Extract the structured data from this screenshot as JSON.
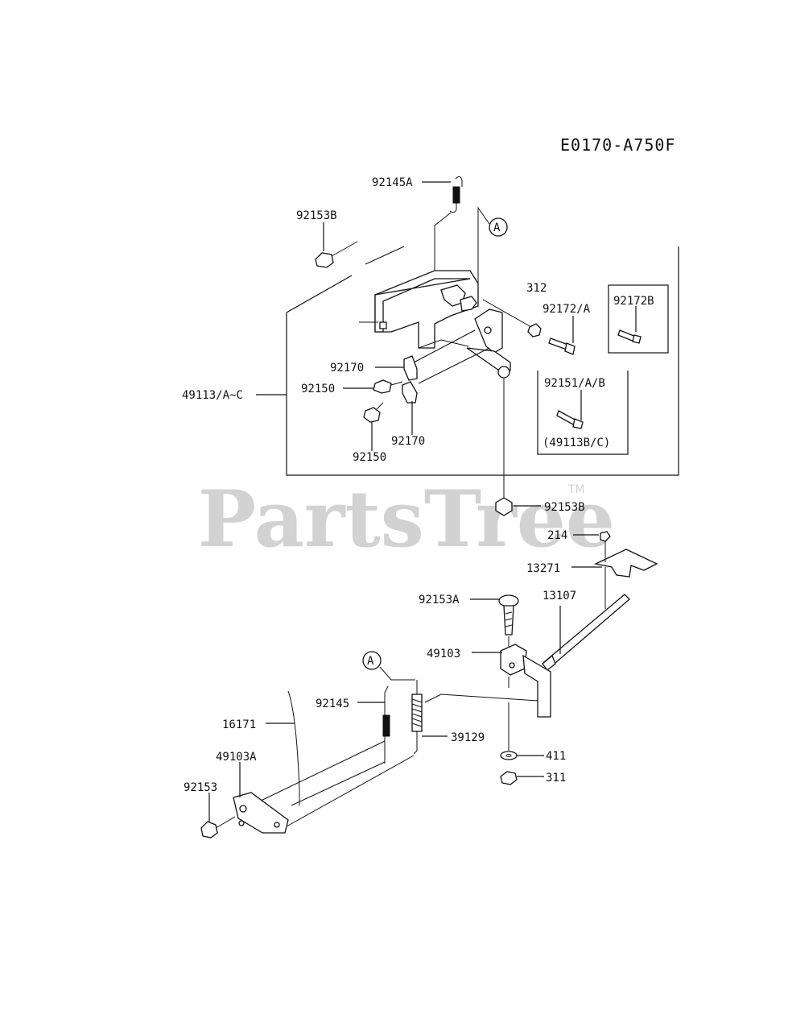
{
  "diagram_code": "E0170-A750F",
  "watermark": {
    "text": "PartsTree",
    "trademark": "TM"
  },
  "callouts": [
    "A",
    "A"
  ],
  "labels": {
    "p92145A": "92145A",
    "p92153B_top": "92153B",
    "p312": "312",
    "p92172A": "92172/A",
    "p92172B": "92172B",
    "p92170_a": "92170",
    "p92150_a": "92150",
    "p49113": "49113/A~C",
    "p92151": "92151/A/B",
    "p49113BC": "(49113B/C)",
    "p92170_b": "92170",
    "p92150_b": "92150",
    "p92153B_mid": "92153B",
    "p214": "214",
    "p13271": "13271",
    "p92153A": "92153A",
    "p13107": "13107",
    "p49103": "49103",
    "p92145": "92145",
    "p39129": "39129",
    "p16171": "16171",
    "p49103A": "49103A",
    "p92153": "92153",
    "p411": "411",
    "p311": "311"
  }
}
